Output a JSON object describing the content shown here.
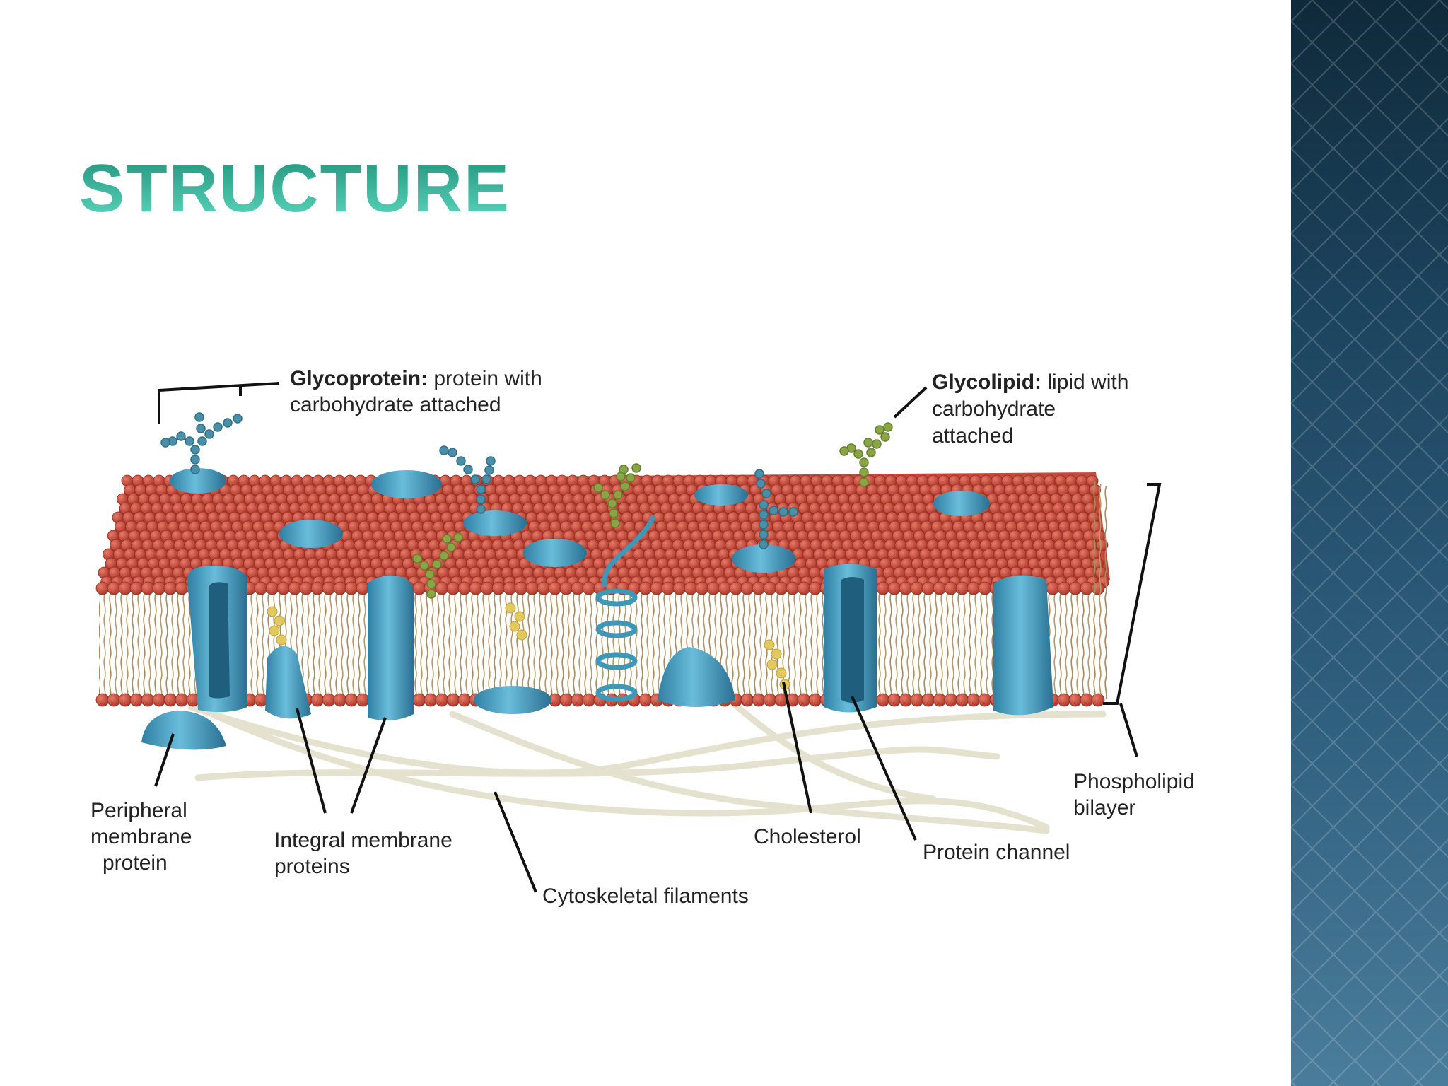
{
  "slide": {
    "title": "STRUCTURE"
  },
  "diagram": {
    "glycoprotein": {
      "term": "Glycoprotein:",
      "line1": " protein with",
      "line2": "carbohydrate attached"
    },
    "glycolipid": {
      "term": "Glycolipid:",
      "line1": " lipid with",
      "line2": "carbohydrate",
      "line3": "attached"
    },
    "peripheral": {
      "line1": "Peripheral",
      "line2": "membrane",
      "line3": "protein"
    },
    "integral": {
      "line1": "Integral membrane",
      "line2": "proteins"
    },
    "cytoskeletal": {
      "label": "Cytoskeletal filaments"
    },
    "cholesterol": {
      "label": "Cholesterol"
    },
    "channel": {
      "label": "Protein channel"
    },
    "bilayer": {
      "line1": "Phospholipid",
      "line2": "bilayer"
    }
  },
  "colors": {
    "lipid_head": "#c84a3b",
    "protein": "#3f97b8",
    "carbohydrate_protein": "#4a8fa8",
    "carbohydrate_lipid": "#8aa543",
    "cholesterol": "#e3c85c",
    "filament": "#e5e1cf",
    "title": "#3cc1a5"
  }
}
